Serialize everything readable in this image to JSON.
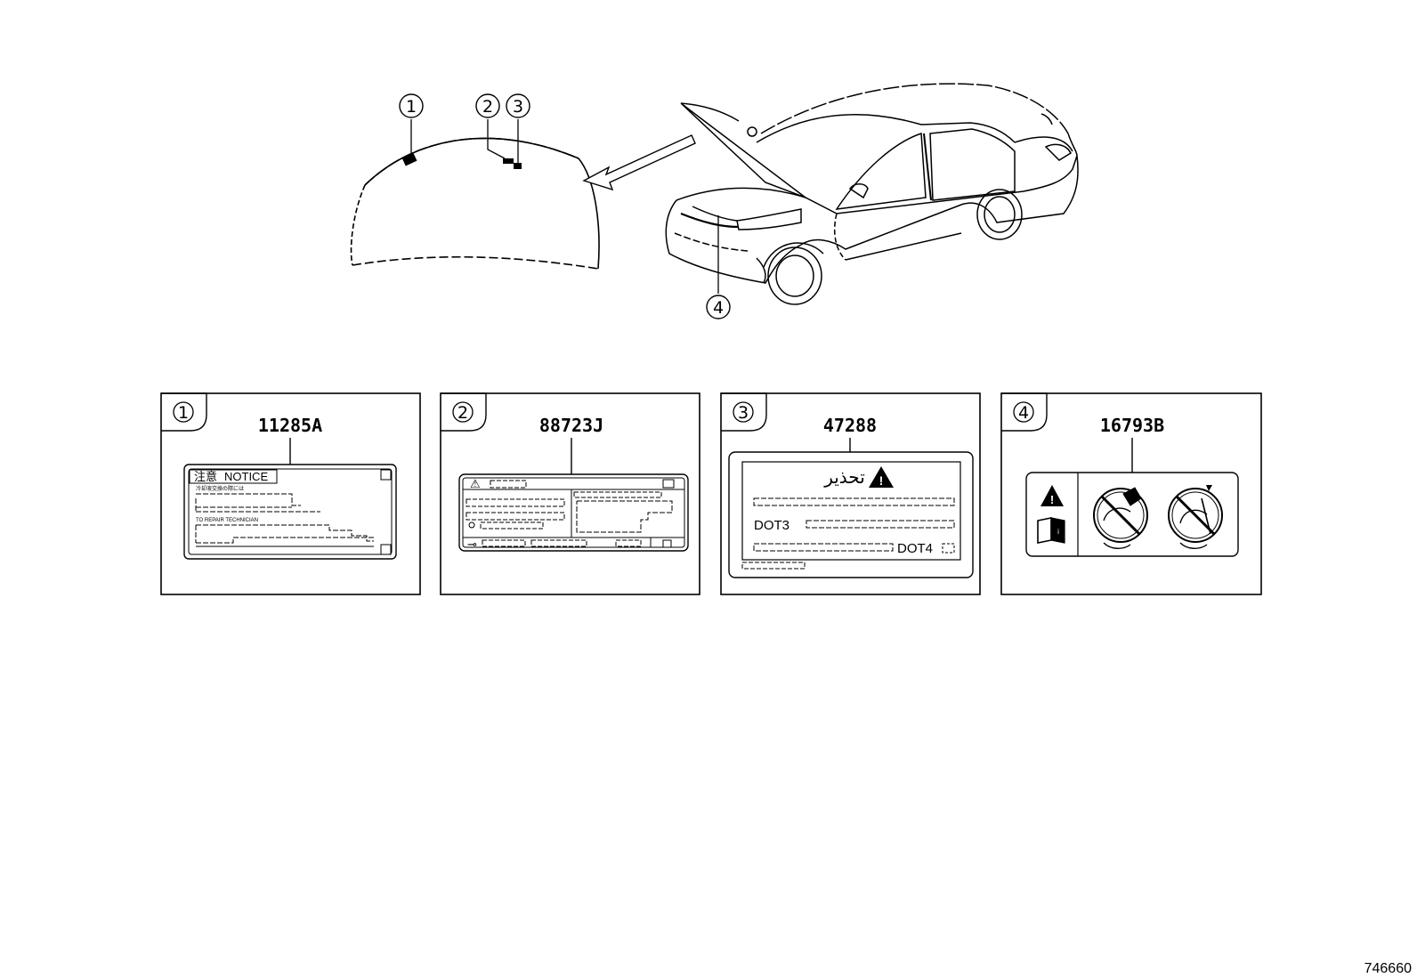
{
  "callouts": [
    "1",
    "2",
    "3",
    "4"
  ],
  "panels": [
    {
      "number": "1",
      "part_no": "11285A",
      "label_header": "注意",
      "label_title": "NOTICE",
      "line_1": "冷却液交換の際には",
      "line_2": "TO REPAIR TECHNICIAN"
    },
    {
      "number": "2",
      "part_no": "88723J",
      "warning_glyph": "⚠"
    },
    {
      "number": "3",
      "part_no": "47288",
      "arabic_title": "تحذير",
      "dot3": "DOT3",
      "dot4": "DOT4"
    },
    {
      "number": "4",
      "part_no": "16793B"
    }
  ],
  "diagram_id": "746660"
}
